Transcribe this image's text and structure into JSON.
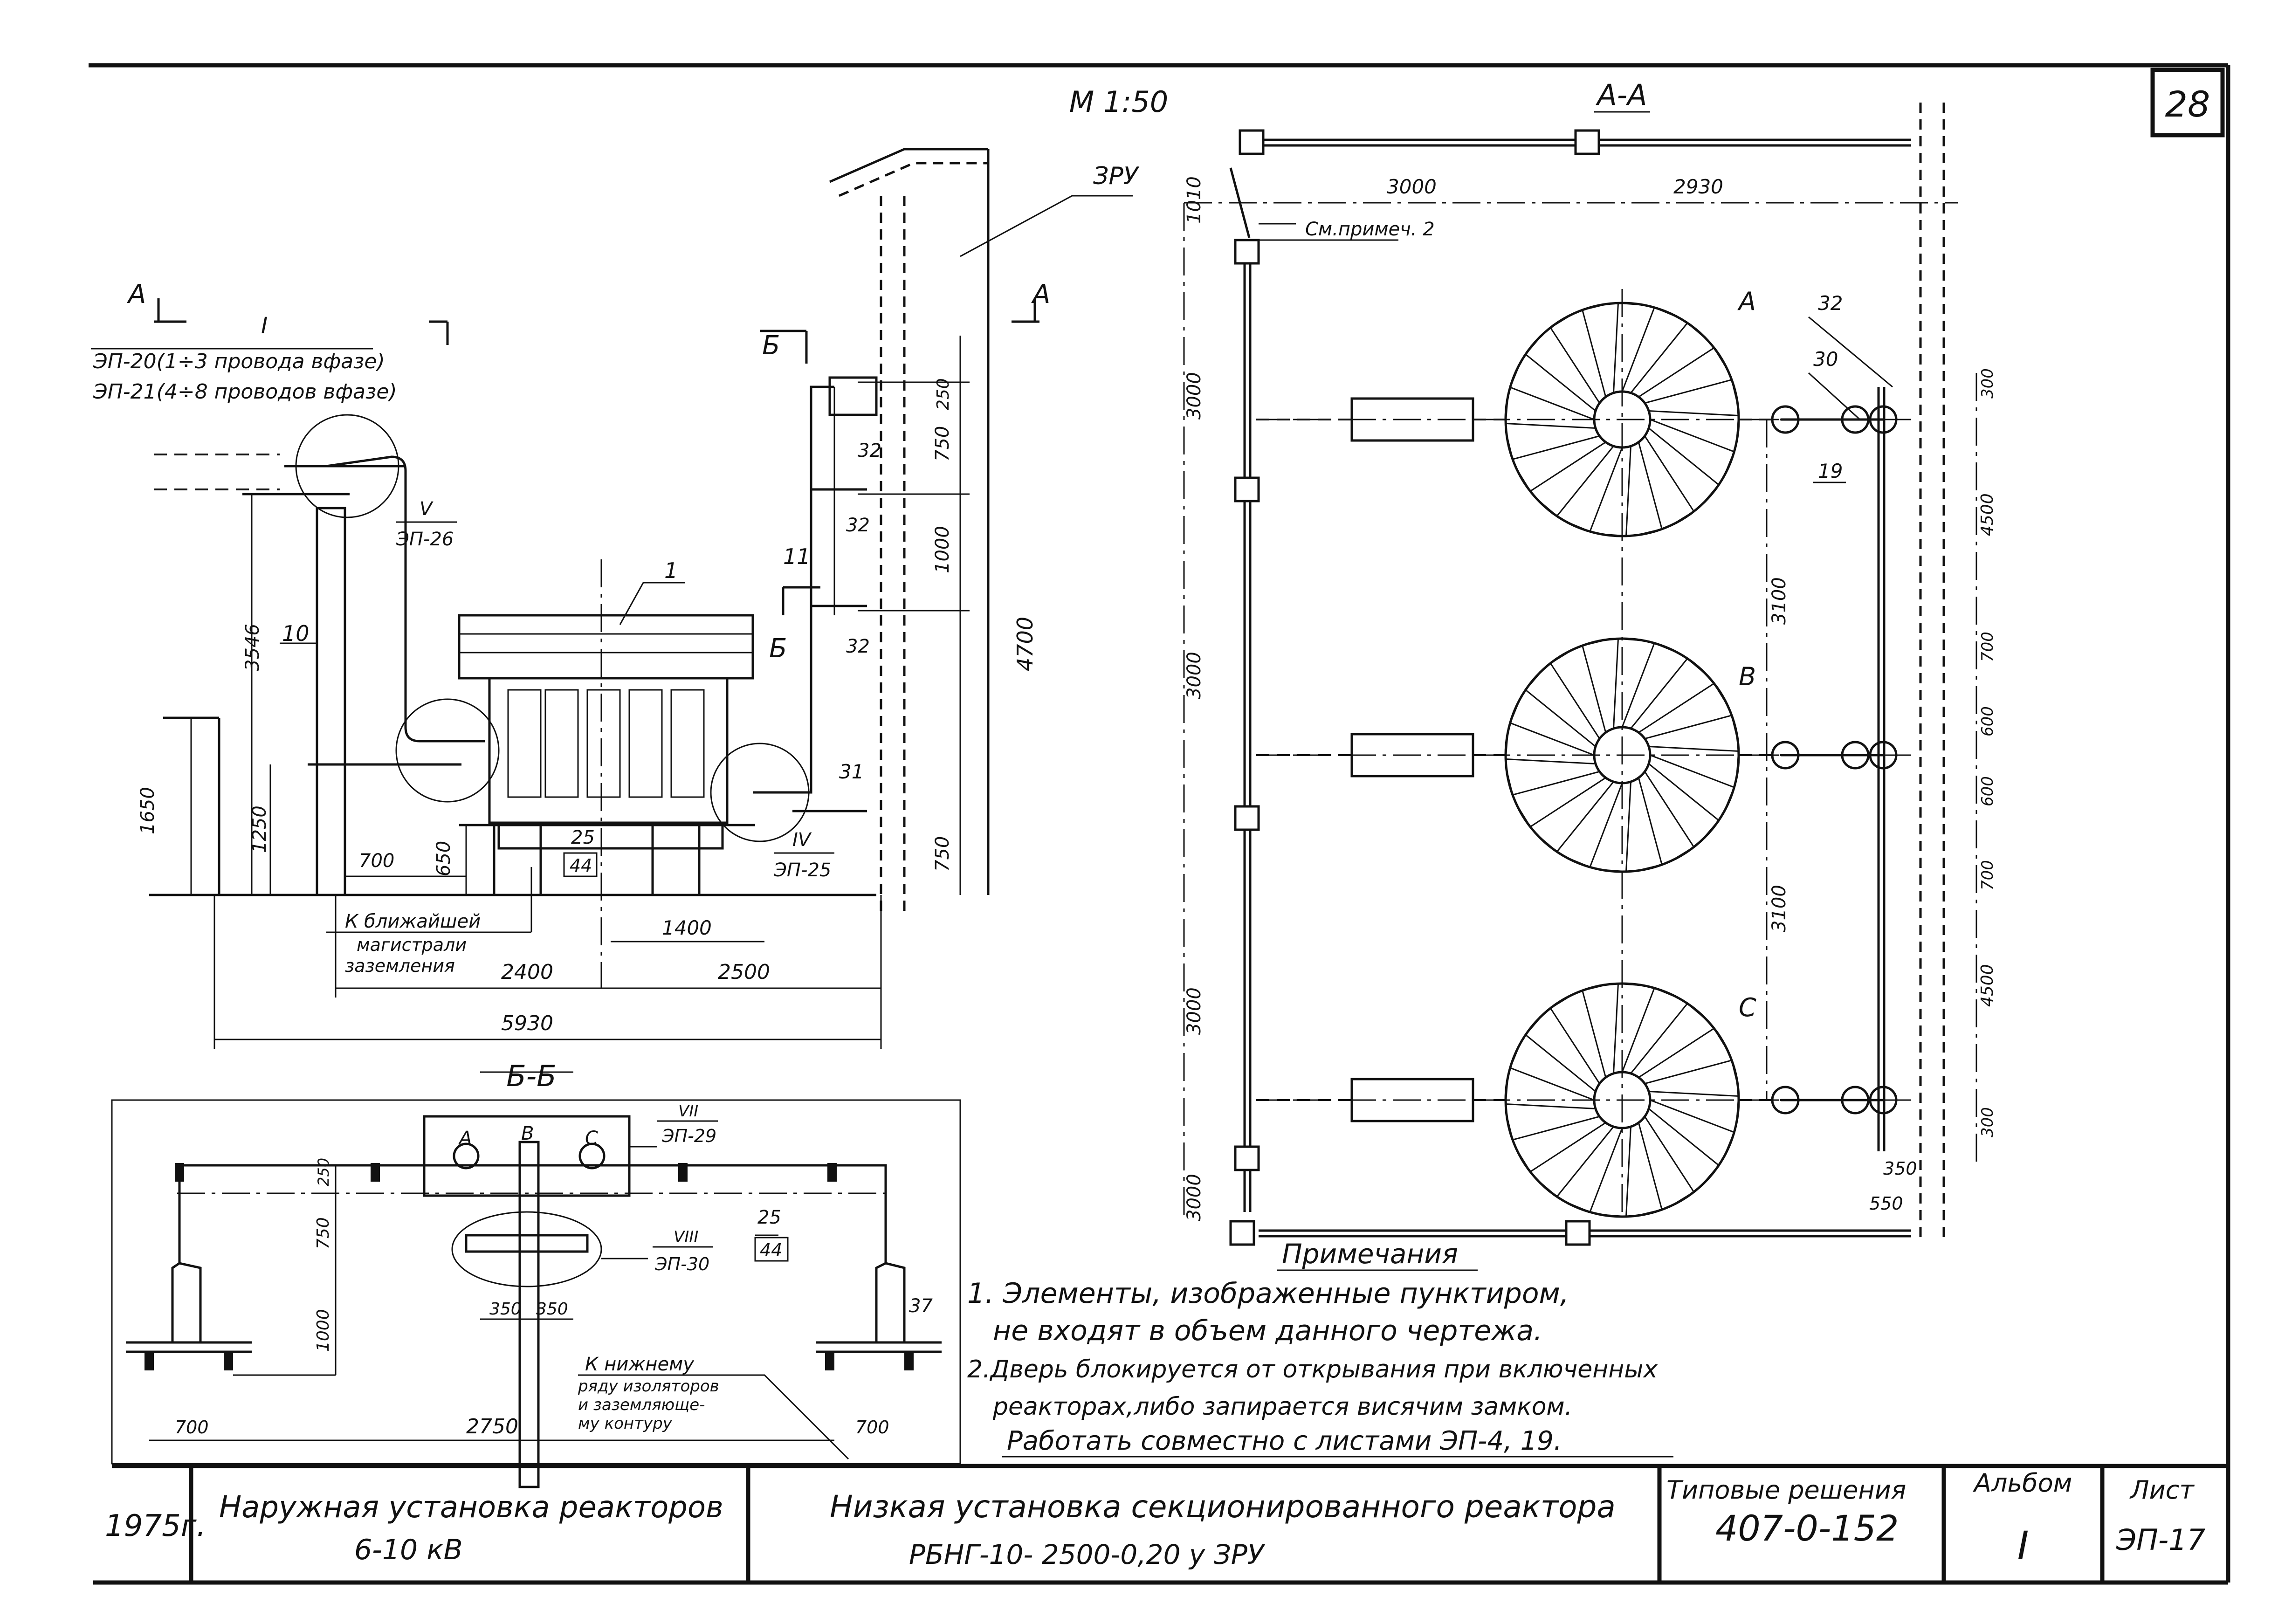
{
  "sheet": {
    "scale": "М 1:50",
    "sheet_number": "28",
    "sections": {
      "aa_top": "А-А",
      "bb": "Б-Б",
      "cut_a_left": "А",
      "cut_a_right": "А",
      "cut_b_top": "Б",
      "cut_b_bottom": "Б"
    }
  },
  "side_view": {
    "zru": "ЗРУ",
    "callout_I_roman": "I",
    "callout_I_line1": "ЭП-20(1÷3 провода вфазе)",
    "callout_I_line2": "ЭП-21(4÷8 проводов вфазе)",
    "callout_V_roman": "V",
    "callout_V_ref": "ЭП-26",
    "callout_IV_roman": "IV",
    "callout_IV_ref": "ЭП-25",
    "pos_1": "1",
    "pos_10": "10",
    "pos_11": "11",
    "pos_31": "31",
    "pos_32a": "32",
    "pos_32b": "32",
    "pos_32c": "32",
    "pos_25": "25",
    "pos_44": "44",
    "dims": {
      "d3546": "3546",
      "d1650": "1650",
      "d1250": "1250",
      "d650": "650",
      "d700": "700",
      "d4700": "4700",
      "d250": "250",
      "d750a": "750",
      "d1000": "1000",
      "d750b": "750",
      "d1400": "1400",
      "d2400": "2400",
      "d2500": "2500",
      "d5930": "5930"
    },
    "ground_note_l1": "К ближайшей",
    "ground_note_l2": "магистрали",
    "ground_note_l3": "заземления"
  },
  "section_bb": {
    "phase_a": "А",
    "phase_b": "В",
    "phase_c": "С",
    "callout_VII_roman": "VII",
    "callout_VII_ref": "ЭП-29",
    "callout_VIII_roman": "VIII",
    "callout_VIII_ref": "ЭП-30",
    "pos_25": "25",
    "pos_44": "44",
    "pos_37": "37",
    "dims": {
      "d250": "250",
      "d750": "750",
      "d1000": "1000",
      "d350a": "350",
      "d350b": "350",
      "d700a": "700",
      "d2750": "2750",
      "d700b": "700"
    },
    "note_l1": "К нижнему",
    "note_l2": "ряду изоляторов",
    "note_l3": "и заземляюще-",
    "note_l4": "му контуру"
  },
  "plan_aa": {
    "phase_a": "А",
    "phase_b": "В",
    "phase_c": "С",
    "see_note": "См.примеч. 2",
    "pos_32": "32",
    "pos_30": "30",
    "pos_19": "19",
    "dims": {
      "top_3000": "3000",
      "top_2930": "2930",
      "left_1010": "1010",
      "left_3000a": "3000",
      "left_3000b": "3000",
      "left_3000c": "3000",
      "left_3000d": "3000",
      "mid_3100a": "3100",
      "mid_3100b": "3100",
      "r_300a": "300",
      "r_4500a": "4500",
      "r_700a": "700",
      "r_600a": "600",
      "r_600b": "600",
      "r_700b": "700",
      "r_4500b": "4500",
      "r_300b": "300",
      "b_350": "350",
      "b_550": "550"
    }
  },
  "notes": {
    "title": "Примечания",
    "n1_l1": "1. Элементы, изображенные пунктиром,",
    "n1_l2": "не входят в объем данного чертежа.",
    "n2_l1": "2.Дверь блокируется от открывания при включенных",
    "n2_l2": "реакторах,либо запирается висячим замком.",
    "n3": "Работать совместно с листами ЭП-4, 19."
  },
  "title_block": {
    "year": "1975г.",
    "title_l1": "Наружная установка реакторов",
    "title_l2": "6-10 кВ",
    "subject_l1": "Низкая установка секционированного реактора",
    "subject_l2": "РБНГ-10- 2500-0,20 у ЗРУ",
    "series_label": "Типовые решения",
    "series_value": "407-0-152",
    "album_label": "Альбом",
    "album_value": "I",
    "sheet_label": "Лист",
    "sheet_value": "ЭП-17"
  }
}
